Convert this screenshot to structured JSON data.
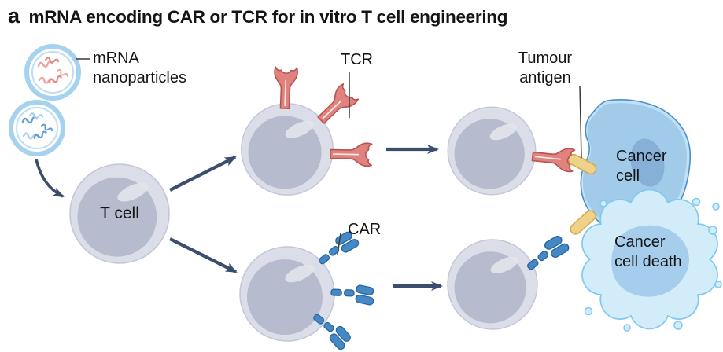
{
  "figure": {
    "panel_label": "a",
    "title": "mRNA encoding CAR or TCR for in vitro T cell engineering"
  },
  "labels": {
    "mrna_nanoparticles": "mRNA\nnanoparticles",
    "t_cell": "T cell",
    "tcr": "TCR",
    "car": "CAR",
    "tumour_antigen": "Tumour\nantigen",
    "cancer_cell": "Cancer\ncell",
    "cancer_cell_death": "Cancer\ncell death"
  },
  "colors": {
    "text": "#141414",
    "label-line": "#3a3a3a",
    "arrow": "#3b4e6d",
    "tcr-fill": "#e0827d",
    "tcr-stroke": "#b9534f",
    "car-fill": "#4489c6",
    "car-stroke": "#27639f",
    "antigen-fill": "#eed289",
    "antigen-stroke": "#d7ab54",
    "cell-rim": "#dbdee8",
    "cell-edge": "#c2c7d5",
    "cell-body": "#b6bbcd",
    "cell-highlight": "#e2e5ec",
    "cancer-outer": "#bfe0f6",
    "cancer-inner": "#a2cbe9",
    "cancer-stroke": "#4d90c8",
    "nucleus": "#87b0d9",
    "splat-fill": "#d3ecfa",
    "splat-stroke": "#7ec9f0",
    "splat-inner": "#a6cdeb",
    "np-ring": "#a5d2ee",
    "np-ring-inner": "#bcdef4",
    "mrna-pink": "#eda5a1",
    "mrna-pink2": "#e28984",
    "mrna-blue": "#5f9bd0",
    "mrna-blue2": "#a9cfec"
  }
}
